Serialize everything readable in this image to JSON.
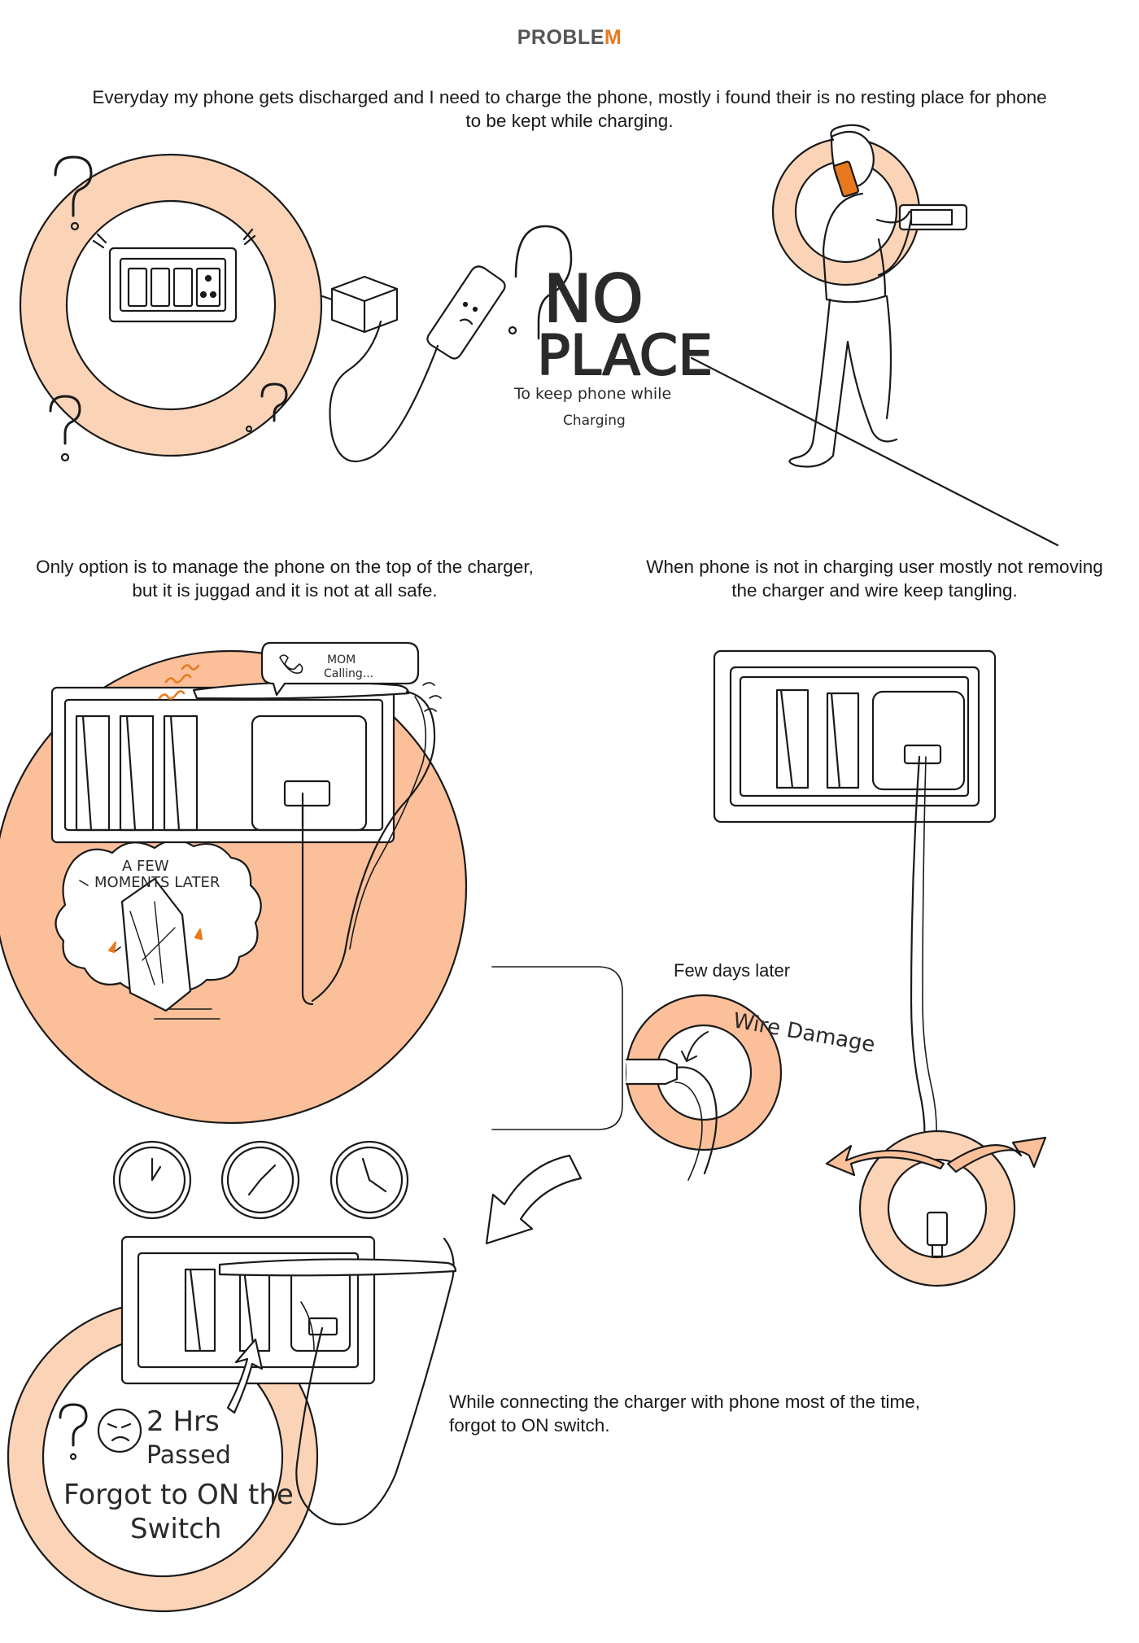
{
  "title": {
    "main": "PROBLE",
    "accent": "M"
  },
  "captions": {
    "intro": "Everyday my phone gets discharged and I need to charge the phone, mostly i found their is no resting place for phone to be kept while charging.",
    "top_of_charger": "Only option is to manage the phone on the top of the charger, but it is juggad and it is not at all safe.",
    "tangling": "When phone is not in charging user mostly not removing the charger and wire keep tangling.",
    "forgot_switch": "While connecting the charger with phone most of the time, forgot to ON switch."
  },
  "sketch": {
    "no": "NO",
    "place": "PLACE",
    "sub1": "To keep phone while",
    "sub2": "Charging",
    "mom1": "MOM",
    "mom2": "Calling...",
    "few1": "A FEW",
    "few2": "MOMENTS LATER",
    "few_days": "Few days later",
    "wire_damage": "Wire Damage",
    "hrs1": "2 Hrs",
    "hrs2": "Passed",
    "forgot1": "Forgot to ON the",
    "forgot2": "Switch"
  },
  "colors": {
    "accent": "#e8791e",
    "peach": "#fbd4b7",
    "peach_dark": "#f7bf94",
    "ink": "#1a1a1a"
  }
}
